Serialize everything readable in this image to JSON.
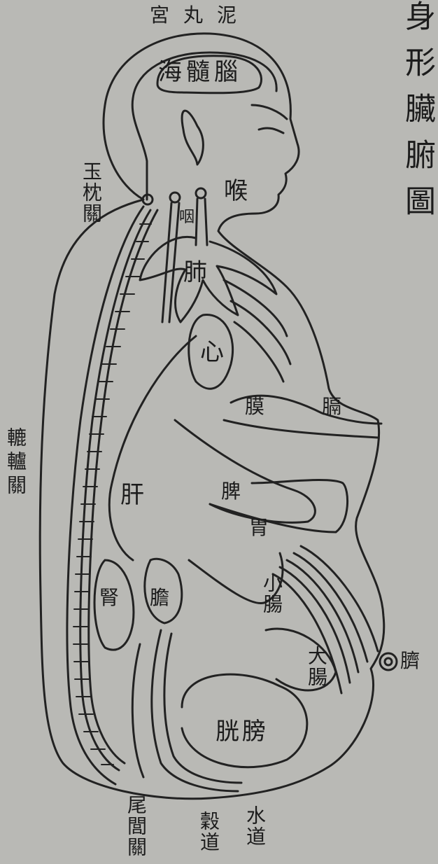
{
  "title": "身形臟腑圖",
  "colors": {
    "paper": "#b9b9b5",
    "ink": "#1c1c1c"
  },
  "labels": {
    "niwan_gong": "泥丸宮",
    "nao_sui_hai": "腦髓海",
    "yuzhen_guan": "玉枕關",
    "hou": "喉",
    "yan": "咽",
    "fei": "肺",
    "xin": "心",
    "mo": "膜",
    "ge": "膈",
    "lulu_guan": "轆轤關",
    "gan": "肝",
    "pi": "脾",
    "wei": "胃",
    "shen": "腎",
    "dan": "膽",
    "xiao_chang": "小腸",
    "da_chang": "大腸",
    "qi": "臍",
    "pangguang": "膀胱",
    "weilu_guan": "尾閭關",
    "gu_dao": "穀道",
    "shui_dao": "水道"
  }
}
